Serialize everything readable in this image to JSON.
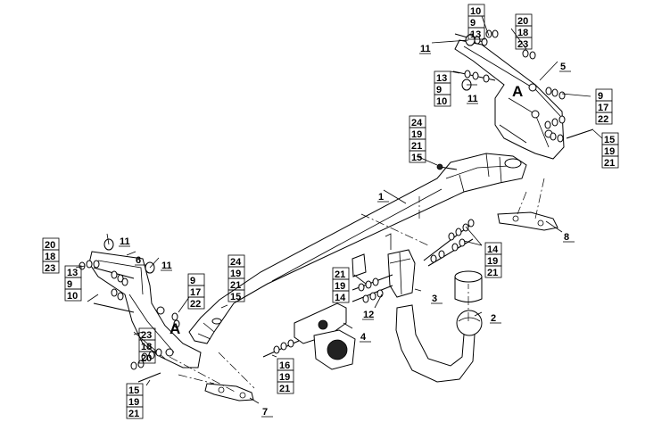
{
  "stacks": [
    {
      "id": "s1",
      "values": [
        "10",
        "9",
        "13"
      ]
    },
    {
      "id": "s2",
      "values": [
        "20",
        "18",
        "23"
      ]
    },
    {
      "id": "s3",
      "values": [
        "11"
      ]
    },
    {
      "id": "s4",
      "values": [
        "13",
        "9",
        "10"
      ]
    },
    {
      "id": "s5",
      "values": [
        "11"
      ]
    },
    {
      "id": "s6",
      "values": [
        "5"
      ]
    },
    {
      "id": "s7",
      "values": [
        "9",
        "17",
        "22"
      ]
    },
    {
      "id": "s8",
      "values": [
        "15",
        "19",
        "21"
      ]
    },
    {
      "id": "s9",
      "values": [
        "24",
        "19",
        "21",
        "15"
      ]
    },
    {
      "id": "s10",
      "values": [
        "1"
      ]
    },
    {
      "id": "s11",
      "values": [
        "8"
      ]
    },
    {
      "id": "s12",
      "values": [
        "14",
        "19",
        "21"
      ]
    },
    {
      "id": "s13",
      "values": [
        "20",
        "18",
        "23"
      ]
    },
    {
      "id": "s14",
      "values": [
        "11"
      ]
    },
    {
      "id": "s15",
      "values": [
        "6"
      ]
    },
    {
      "id": "s16",
      "values": [
        "11"
      ]
    },
    {
      "id": "s17",
      "values": [
        "13",
        "9",
        "10"
      ]
    },
    {
      "id": "s18",
      "values": [
        "9",
        "17",
        "22"
      ]
    },
    {
      "id": "s19",
      "values": [
        "24",
        "19",
        "21",
        "15"
      ]
    },
    {
      "id": "s20",
      "values": [
        "21",
        "19",
        "14"
      ]
    },
    {
      "id": "s21",
      "values": [
        "3"
      ]
    },
    {
      "id": "s22",
      "values": [
        "12"
      ]
    },
    {
      "id": "s23",
      "values": [
        "2"
      ]
    },
    {
      "id": "s24",
      "values": [
        "23",
        "18",
        "20"
      ]
    },
    {
      "id": "s25",
      "values": [
        "4"
      ]
    },
    {
      "id": "s26",
      "values": [
        "16",
        "19",
        "21"
      ]
    },
    {
      "id": "s27",
      "values": [
        "15",
        "19",
        "21"
      ]
    },
    {
      "id": "s28",
      "values": [
        "7"
      ]
    }
  ],
  "marker_a_top": "A",
  "marker_a_left": "A"
}
